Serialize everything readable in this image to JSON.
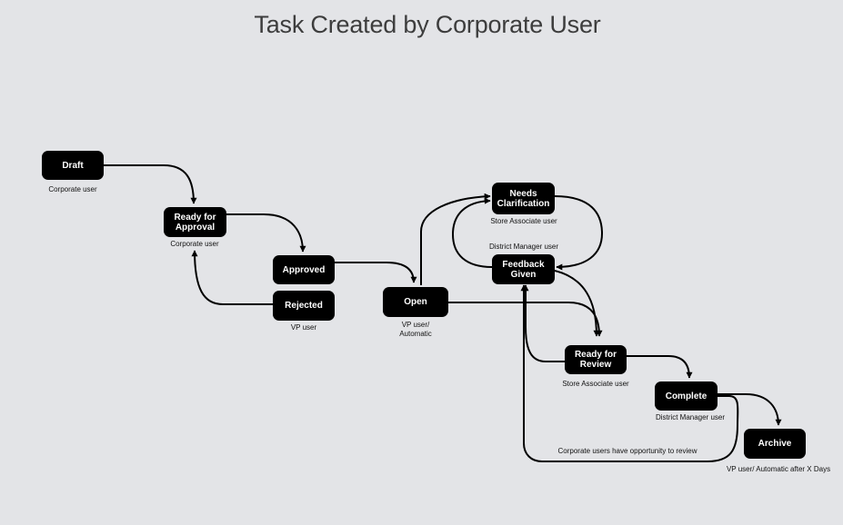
{
  "title": "Task Created by Corporate User",
  "nodes": {
    "draft": "Draft",
    "ready_for_approval": "Ready for\nApproval",
    "approved": "Approved",
    "rejected": "Rejected",
    "open": "Open",
    "needs_clarification": "Needs\nClarification",
    "feedback_given": "Feedback\nGiven",
    "ready_for_review": "Ready for\nReview",
    "complete": "Complete",
    "archive": "Archive"
  },
  "labels": {
    "draft_actor": "Corporate user",
    "ready_for_approval_actor": "Corporate user",
    "rejected_actor": "VP user",
    "open_actor": "VP user/\nAutomatic",
    "needs_clarification_actor": "Store Associate user",
    "feedback_given_actor": "District Manager user",
    "ready_for_review_actor": "Store Associate user",
    "complete_actor": "District Manager user",
    "archive_actor": "VP user/ Automatic after X Days",
    "review_loop_note": "Corporate users have opportunity to review"
  },
  "colors": {
    "background": "#e3e4e7",
    "node_fill": "#000000",
    "node_text": "#ffffff",
    "edge": "#000000",
    "title_text": "#3d3d3d"
  }
}
